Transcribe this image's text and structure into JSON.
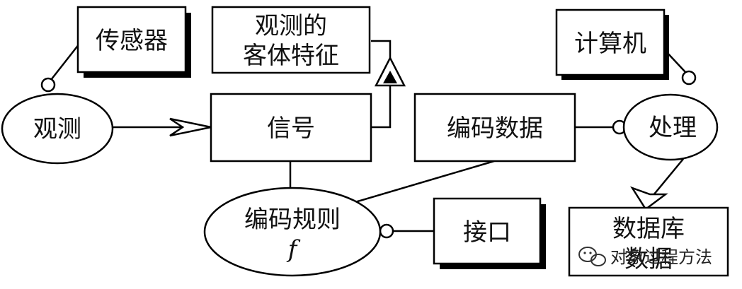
{
  "nodes": {
    "sensor": "传感器",
    "observed_feature_line1": "观测的",
    "observed_feature_line2": "客体特征",
    "computer": "计算机",
    "observe": "观测",
    "signal": "信号",
    "encoded_data": "编码数据",
    "process": "处理",
    "encoding_rule": "编码规则",
    "encoding_rule_symbol": "f",
    "interface": "接口",
    "database_line1": "数据库",
    "database_line2": "数据"
  },
  "watermark": "对象过程方法"
}
